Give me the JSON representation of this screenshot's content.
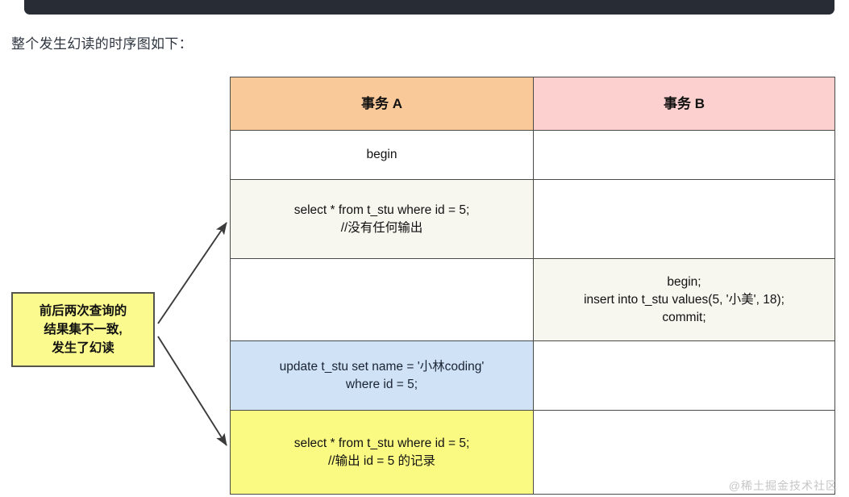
{
  "page": {
    "caption": "整个发生幻读的时序图如下：",
    "watermark": "@稀土掘金技术社区"
  },
  "colors": {
    "topbar": "#282c34",
    "header_a": "#fac999",
    "header_b": "#fbd0ce",
    "cream": "#f7f6ef",
    "blue": "#cfe2f6",
    "yellow": "#fafa82",
    "callout": "#fafa8e",
    "border": "#4a4a46",
    "text": "#111111",
    "caption_text": "#2f3640",
    "watermark_text": "#c6c6c6"
  },
  "table": {
    "headers": {
      "transaction_a": "事务 A",
      "transaction_b": "事务 B"
    },
    "rows": [
      {
        "id": "row-begin",
        "a": {
          "lines": [
            "begin"
          ],
          "style": "plain"
        },
        "b": {
          "lines": [],
          "style": "plain"
        }
      },
      {
        "id": "row-select-1",
        "a": {
          "lines": [
            "select * from t_stu where id = 5;",
            "//没有任何输出"
          ],
          "style": "cream"
        },
        "b": {
          "lines": [],
          "style": "plain"
        }
      },
      {
        "id": "row-insert",
        "a": {
          "lines": [],
          "style": "plain"
        },
        "b": {
          "lines": [
            "begin;",
            "insert into t_stu values(5, '小美', 18);",
            "commit;"
          ],
          "style": "cream"
        }
      },
      {
        "id": "row-update",
        "a": {
          "lines": [
            "update t_stu set name = '小林coding'",
            "where id = 5;"
          ],
          "style": "blue"
        },
        "b": {
          "lines": [],
          "style": "plain"
        }
      },
      {
        "id": "row-select-2",
        "a": {
          "lines": [
            "select * from t_stu where id = 5;",
            "//输出 id = 5 的记录"
          ],
          "style": "yellow"
        },
        "b": {
          "lines": [],
          "style": "plain"
        }
      }
    ]
  },
  "callout": {
    "lines": [
      "前后两次查询的",
      "结果集不一致,",
      "发生了幻读"
    ]
  }
}
